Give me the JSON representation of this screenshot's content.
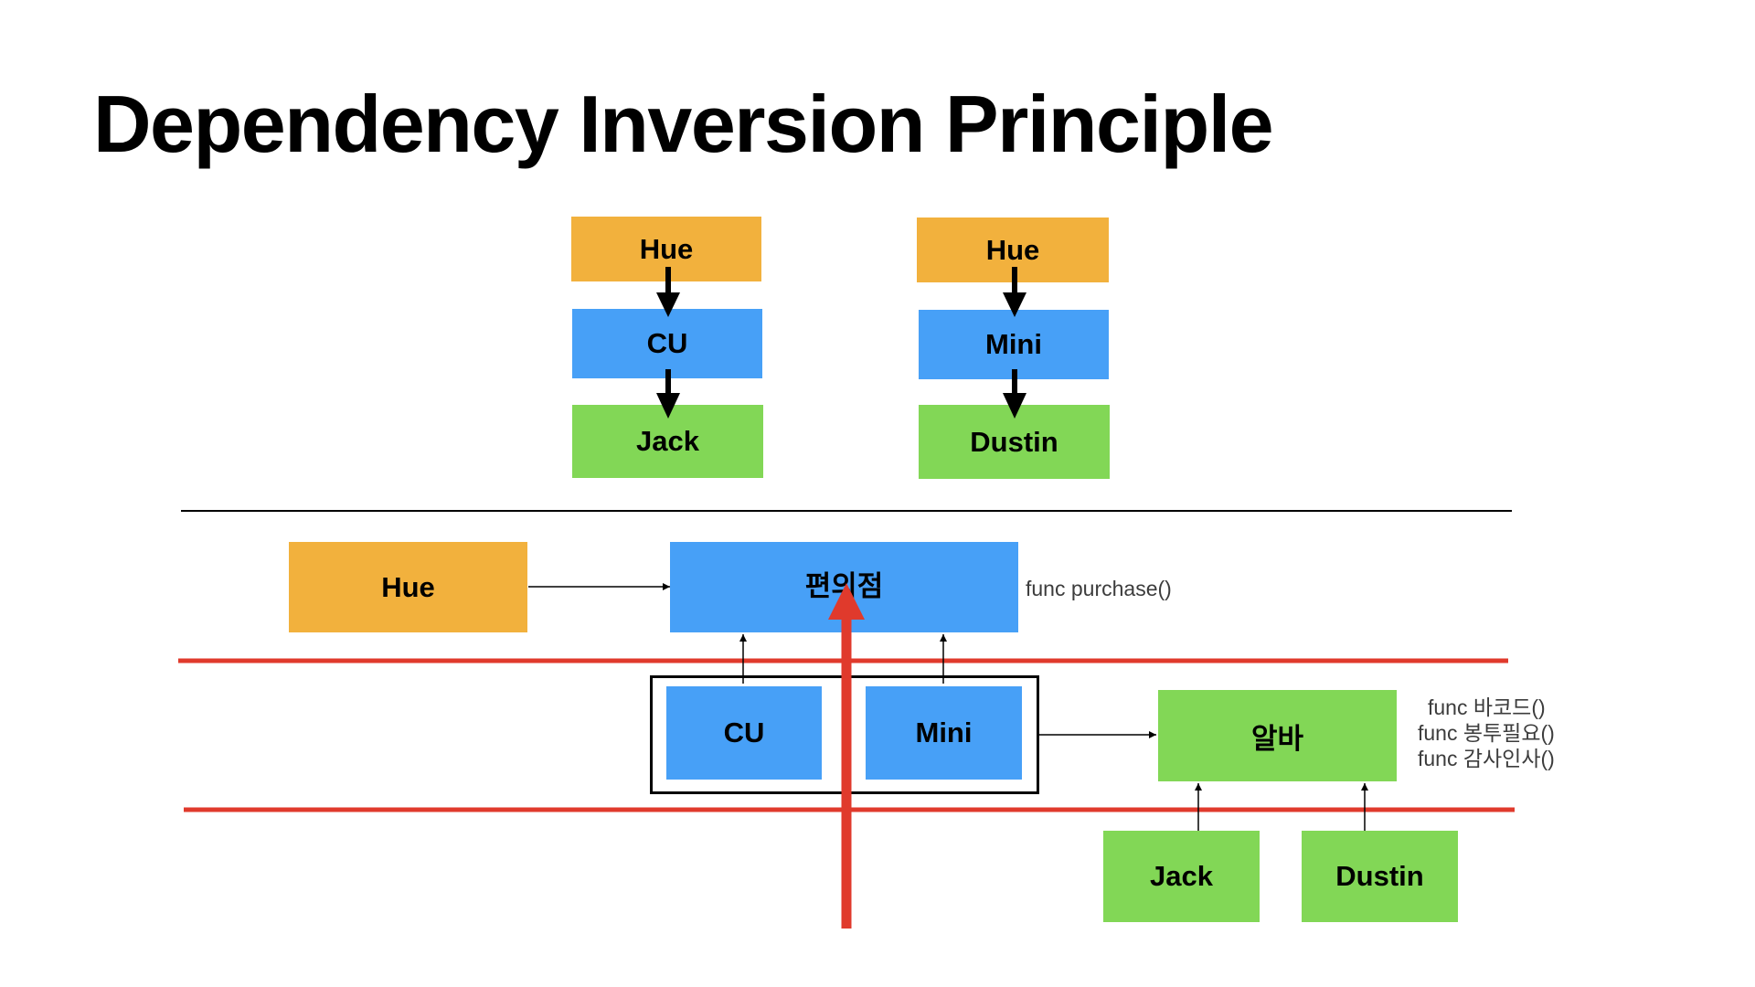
{
  "slide": {
    "title": "Dependency Inversion Principle"
  },
  "top_chains": [
    {
      "nodes": [
        "Hue",
        "CU",
        "Jack"
      ]
    },
    {
      "nodes": [
        "Hue",
        "Mini",
        "Dustin"
      ]
    }
  ],
  "layers": {
    "hue": "Hue",
    "store": {
      "label": "편의점",
      "method": "func purchase()"
    },
    "cu": "CU",
    "mini": "Mini",
    "alba": {
      "label": "알바",
      "methods": [
        "func 바코드()",
        "func 봉투필요()",
        "func 감사인사()"
      ]
    },
    "jack": "Jack",
    "dustin": "Dustin"
  },
  "colors": {
    "orange": "#f2b13d",
    "blue": "#47a0f7",
    "green": "#82d756",
    "red": "#e03a2c"
  }
}
